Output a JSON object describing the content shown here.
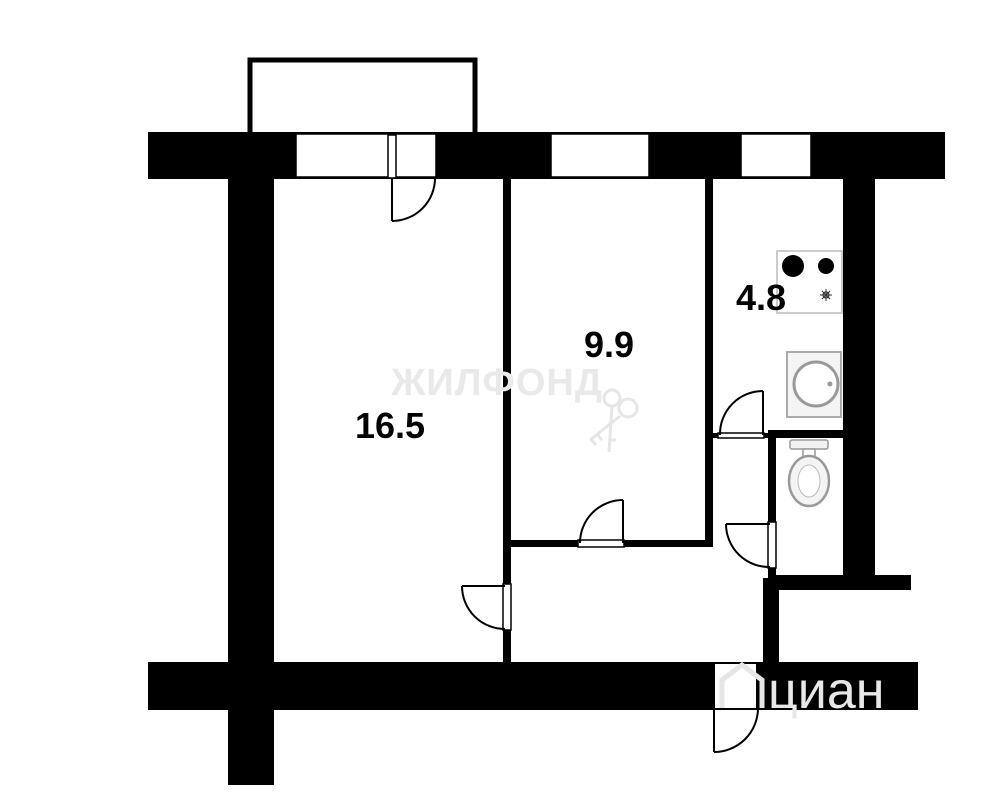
{
  "rooms": {
    "living_room_area": "16.5",
    "bedroom_area": "9.9",
    "kitchen_area": "4.8"
  },
  "watermarks": {
    "agency": "ЖИЛФОНД",
    "portal": "циан"
  },
  "colors": {
    "wall": "#000000",
    "background": "#ffffff",
    "fixture_grey": "#9a9a9a",
    "watermark": "#e6e6e6"
  }
}
